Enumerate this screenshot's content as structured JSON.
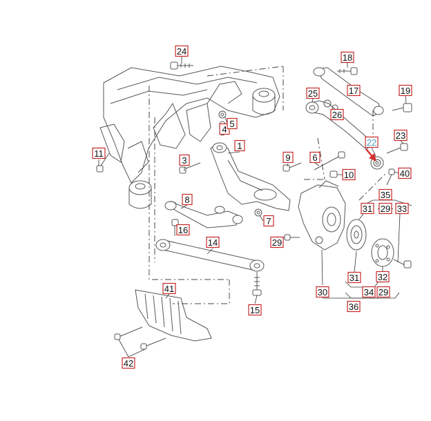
{
  "callouts": [
    {
      "id": "1",
      "label": "1"
    },
    {
      "id": "3",
      "label": "3"
    },
    {
      "id": "4",
      "label": "4"
    },
    {
      "id": "5",
      "label": "5"
    },
    {
      "id": "6",
      "label": "6"
    },
    {
      "id": "7",
      "label": "7"
    },
    {
      "id": "8",
      "label": "8"
    },
    {
      "id": "9",
      "label": "9"
    },
    {
      "id": "10",
      "label": "10"
    },
    {
      "id": "11",
      "label": "11"
    },
    {
      "id": "14",
      "label": "14"
    },
    {
      "id": "15",
      "label": "15"
    },
    {
      "id": "16",
      "label": "16"
    },
    {
      "id": "17",
      "label": "17"
    },
    {
      "id": "18",
      "label": "18"
    },
    {
      "id": "19",
      "label": "19"
    },
    {
      "id": "22",
      "label": "22",
      "highlight": true
    },
    {
      "id": "23",
      "label": "23"
    },
    {
      "id": "24",
      "label": "24"
    },
    {
      "id": "25",
      "label": "25"
    },
    {
      "id": "26",
      "label": "26"
    },
    {
      "id": "29a",
      "label": "29"
    },
    {
      "id": "29b",
      "label": "29"
    },
    {
      "id": "29c",
      "label": "29"
    },
    {
      "id": "30",
      "label": "30"
    },
    {
      "id": "31a",
      "label": "31"
    },
    {
      "id": "31b",
      "label": "31"
    },
    {
      "id": "32",
      "label": "32"
    },
    {
      "id": "33",
      "label": "33"
    },
    {
      "id": "34",
      "label": "34"
    },
    {
      "id": "35",
      "label": "35"
    },
    {
      "id": "36",
      "label": "36"
    },
    {
      "id": "40",
      "label": "40"
    },
    {
      "id": "41",
      "label": "41"
    },
    {
      "id": "42",
      "label": "42"
    }
  ],
  "colors": {
    "callout_border": "#c62828",
    "highlight_label": "#4aa3c8",
    "arrow": "#d32f2f",
    "line_art": "#555555"
  }
}
